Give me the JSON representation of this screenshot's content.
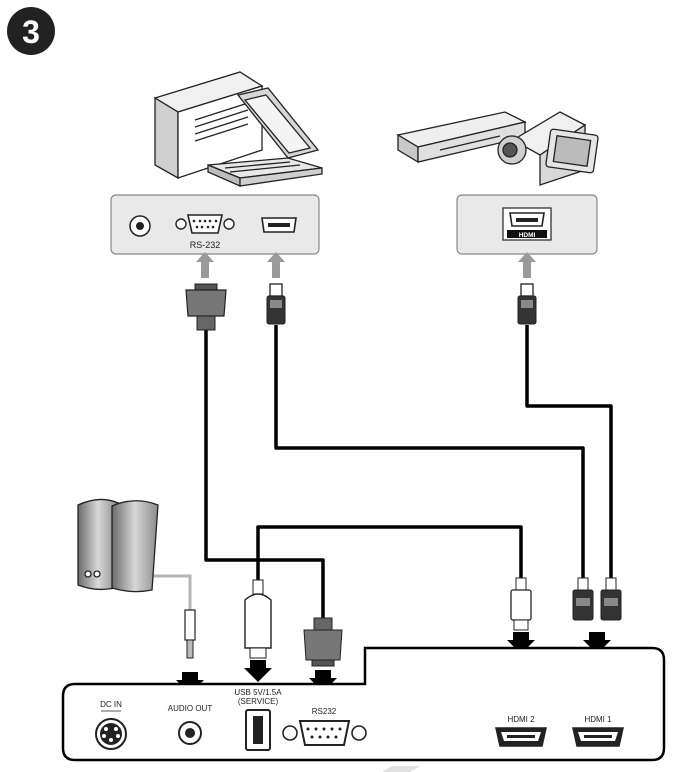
{
  "step": {
    "number": "3"
  },
  "devices": {
    "computer": {
      "icon": "desktop-computer-icon"
    },
    "laptop": {
      "icon": "laptop-icon"
    },
    "dvd_player": {
      "icon": "dvd-player-icon"
    },
    "camcorder": {
      "icon": "camcorder-icon"
    },
    "speakers": {
      "icon": "speaker-icon"
    }
  },
  "source_panel": {
    "rs232_label": "RS-232"
  },
  "video_panel": {
    "hdmi_badge": "HDMI"
  },
  "projector_panel": {
    "dc_in": "DC IN",
    "audio_out": "AUDIO OUT",
    "usb_line1": "USB 5V/1.5A",
    "usb_line2": "(SERVICE)",
    "rs232": "RS232",
    "hdmi2": "HDMI 2",
    "hdmi1": "HDMI 1"
  },
  "colors": {
    "cable": "#000000",
    "arrow_gray": "#9a9a9a",
    "panel_gray": "#e9e9e9",
    "aux_cable": "#b5b5b5"
  }
}
